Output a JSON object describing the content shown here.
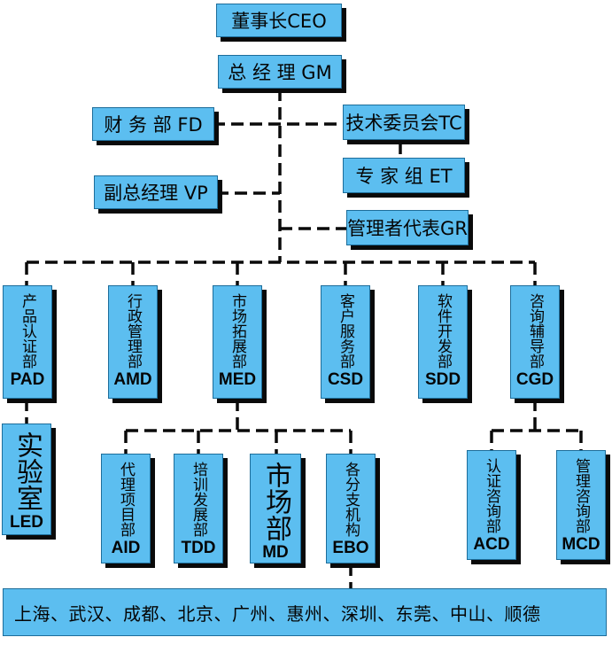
{
  "top": {
    "chairman": "董事长CEO",
    "gm": "总 经 理 GM",
    "finance": "财 务 部 FD",
    "tech_committee": "技术委员会TC",
    "expert_group": "专 家 组 ET",
    "vice_gm": "副总经理 VP",
    "mgmt_rep": "管理者代表GR"
  },
  "departments": [
    {
      "zh": "产品认证部",
      "en": "PAD"
    },
    {
      "zh": "行政管理部",
      "en": "AMD"
    },
    {
      "zh": "市场拓展部",
      "en": "MED"
    },
    {
      "zh": "客户服务部",
      "en": "CSD"
    },
    {
      "zh": "软件开发部",
      "en": "SDD"
    },
    {
      "zh": "咨询辅导部",
      "en": "CGD"
    }
  ],
  "lab": {
    "zh": "实验室",
    "en": "LED"
  },
  "market_subs": [
    {
      "zh": "代理项目部",
      "en": "AID"
    },
    {
      "zh": "培训发展部",
      "en": "TDD"
    },
    {
      "zh": "市场部",
      "en": "MD"
    },
    {
      "zh": "各分支机构",
      "en": "EBO"
    }
  ],
  "consult_subs": [
    {
      "zh": "认证咨询部",
      "en": "ACD"
    },
    {
      "zh": "管理咨询部",
      "en": "MCD"
    }
  ],
  "branches": "上海、武汉、成都、北京、广州、惠州、深圳、东莞、中山、顺德",
  "colors": {
    "box": "#5cbef0",
    "border": "#1d6d9a",
    "shadow": "#0a0a0a",
    "line": "#0a0a0a"
  }
}
